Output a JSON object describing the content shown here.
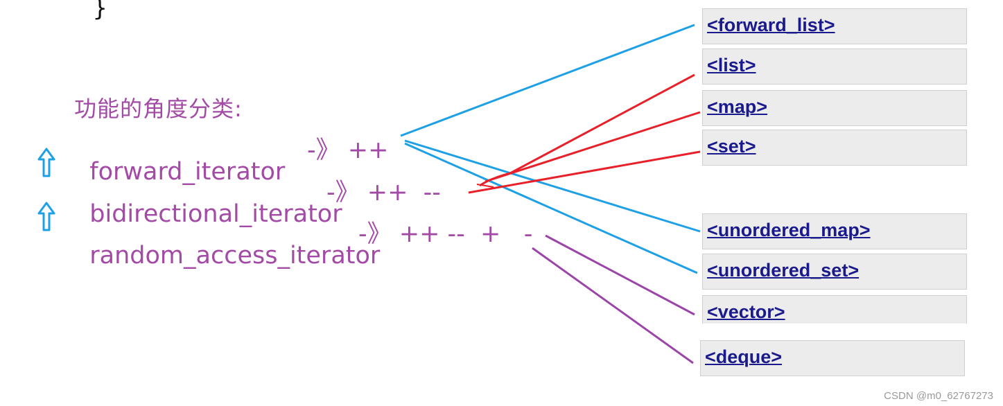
{
  "code_brace": "}",
  "heading": "功能的角度分类:",
  "iterators": [
    {
      "name": "forward_iterator",
      "ops": "-》 ++"
    },
    {
      "name": "bidirectional_iterator",
      "ops": "-》 ++  --"
    },
    {
      "name": "random_access_iterator",
      "ops": "-》 ++ --  +   -"
    }
  ],
  "containers": [
    "<forward_list>",
    "<list>",
    "<map>",
    "<set>",
    "<unordered_map>",
    "<unordered_set>",
    "<vector>",
    "<deque>"
  ],
  "arrow_icons": [
    "up-arrow-icon",
    "up-arrow-icon"
  ],
  "colors": {
    "iterator_text": "#a34aa6",
    "forward_lines": "#1ea0e6",
    "bidirectional_lines": "#e8202a",
    "random_access_lines": "#9b45a8",
    "link": "#1a1a8c"
  },
  "watermark": "CSDN @m0_62767273"
}
